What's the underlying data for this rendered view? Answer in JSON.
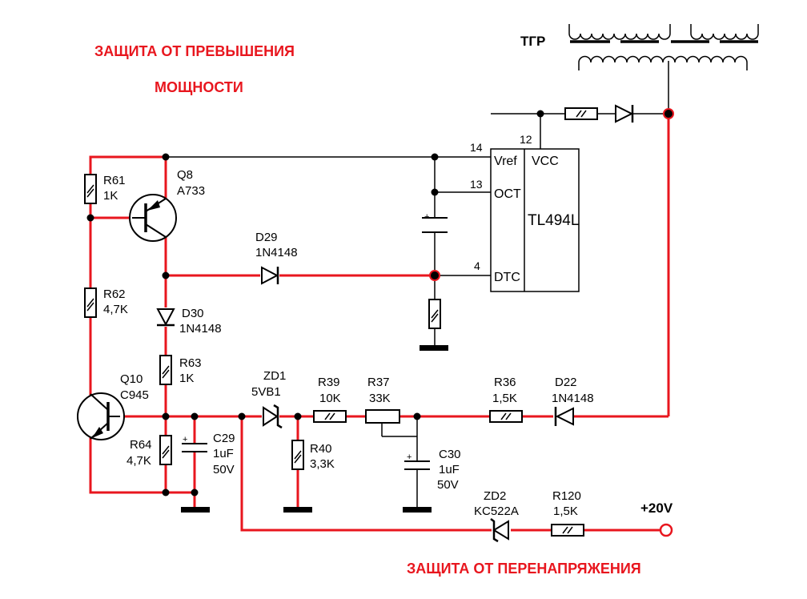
{
  "colors": {
    "wire_red": "#e8161e",
    "wire_black": "#000000",
    "title_red": "#e8161e"
  },
  "titles": {
    "power_line1": "ЗАЩИТА ОТ ПРЕВЫШЕНИЯ",
    "power_line2": "МОЩНОСТИ",
    "overvoltage": "ЗАЩИТА ОТ ПЕРЕНАПРЯЖЕНИЯ"
  },
  "transformer": {
    "label": "ТГР"
  },
  "ic": {
    "name": "TL494L",
    "pins": {
      "vref": "Vref",
      "vcc": "VCC",
      "oct": "OCT",
      "dtc": "DTC"
    },
    "pin_numbers": {
      "vref": "14",
      "vcc": "12",
      "oct": "13",
      "dtc": "4"
    }
  },
  "components": {
    "r61": {
      "name": "R61",
      "value": "1K"
    },
    "q8": {
      "name": "Q8",
      "value": "A733"
    },
    "d29": {
      "name": "D29",
      "value": "1N4148"
    },
    "r62": {
      "name": "R62",
      "value": "4,7K"
    },
    "d30": {
      "name": "D30",
      "value": "1N4148"
    },
    "r63": {
      "name": "R63",
      "value": "1K"
    },
    "q10": {
      "name": "Q10",
      "value": "C945"
    },
    "r64": {
      "name": "R64",
      "value": "4,7K"
    },
    "c29": {
      "name": "C29",
      "value": "1uF",
      "voltage": "50V"
    },
    "zd1": {
      "name": "ZD1",
      "value": "5VB1"
    },
    "r39": {
      "name": "R39",
      "value": "10K"
    },
    "r40": {
      "name": "R40",
      "value": "3,3K"
    },
    "r37": {
      "name": "R37",
      "value": "33K"
    },
    "c30": {
      "name": "C30",
      "value": "1uF",
      "voltage": "50V"
    },
    "r36": {
      "name": "R36",
      "value": "1,5K"
    },
    "d22": {
      "name": "D22",
      "value": "1N4148"
    },
    "zd2": {
      "name": "ZD2",
      "value": "KC522A"
    },
    "r120": {
      "name": "R120",
      "value": "1,5K"
    }
  },
  "supply": {
    "label": "+20V"
  },
  "cap_polarity": "+"
}
